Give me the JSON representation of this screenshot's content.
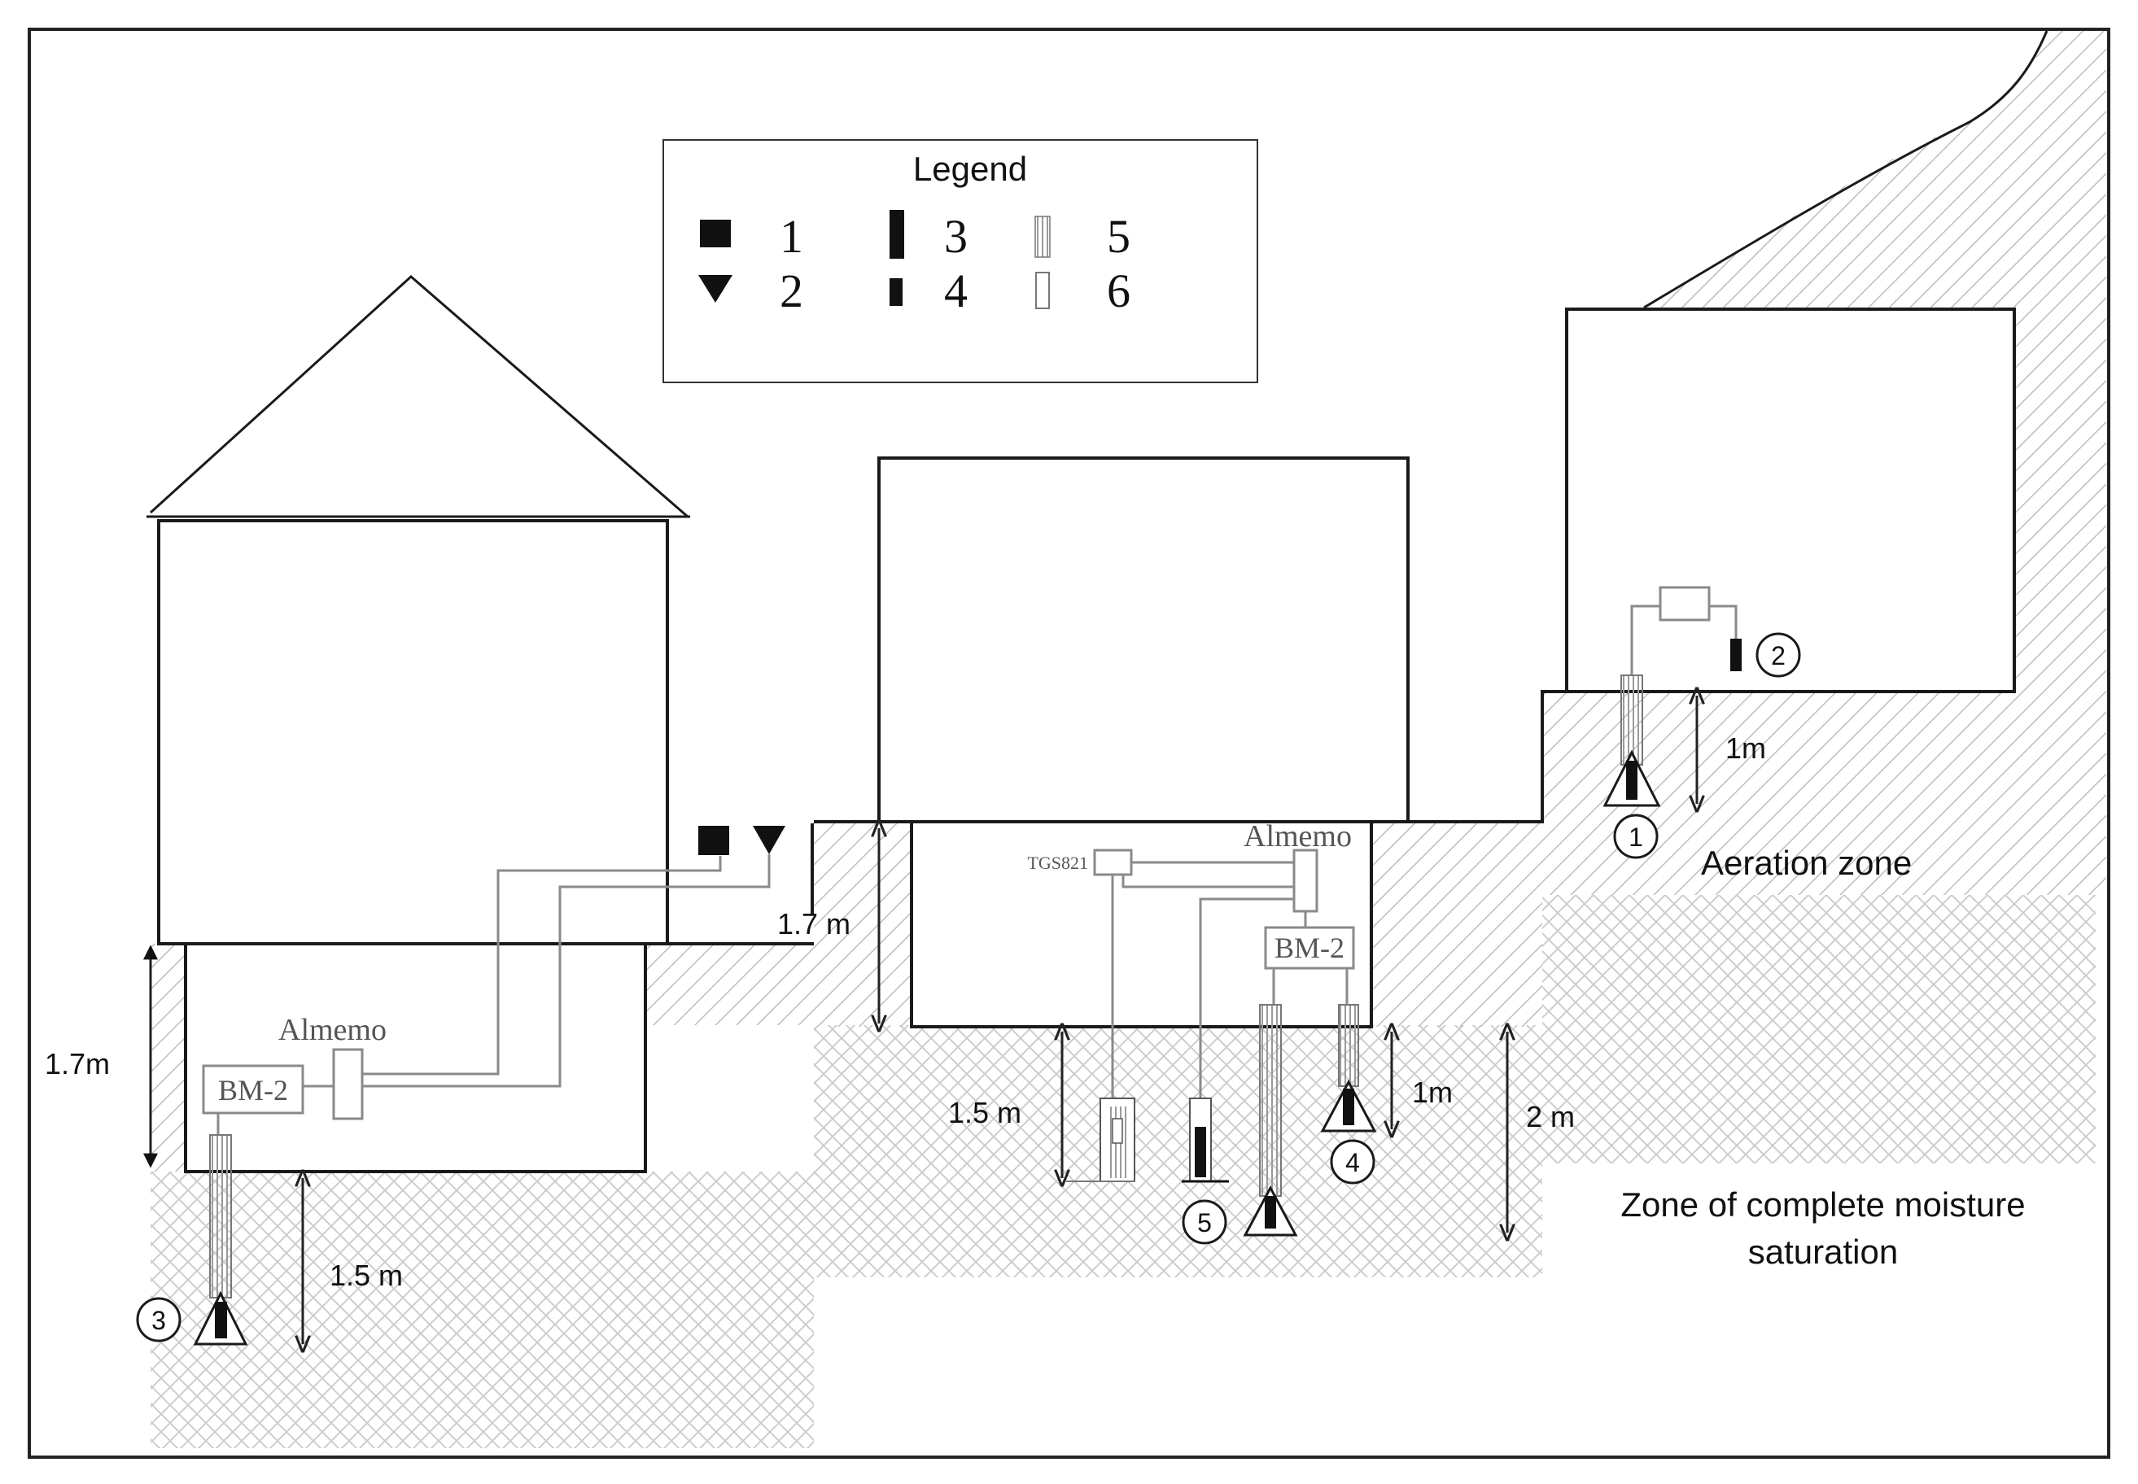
{
  "legend": {
    "title": "Legend",
    "items": [
      {
        "label": "1",
        "icon": "filled-square-icon"
      },
      {
        "label": "2",
        "icon": "filled-triangle-icon"
      },
      {
        "label": "3",
        "icon": "tall-bar-icon"
      },
      {
        "label": "4",
        "icon": "short-bar-icon"
      },
      {
        "label": "5",
        "icon": "hatched-bar-icon"
      },
      {
        "label": "6",
        "icon": "open-bar-icon"
      }
    ]
  },
  "instruments": {
    "almemo": "Almemo",
    "bm2": "BM-2",
    "tgs": "TGS821"
  },
  "dimensions": {
    "left_basement": "1.7m",
    "left_below": "1.5 m",
    "middle_basement": "1.7 m",
    "middle_below": "1.5 m",
    "middle_1m": "1m",
    "middle_2m": "2 m",
    "right_1m": "1m"
  },
  "stations": [
    "1",
    "2",
    "3",
    "4",
    "5"
  ],
  "zones": {
    "aeration": "Aeration zone",
    "saturation_line1": "Zone of complete moisture",
    "saturation_line2": "saturation"
  },
  "colors": {
    "line": "#1a1a1a",
    "hatch": "#bdbdbd",
    "crosshatch": "#c8c8c8",
    "instrument": "#8a8a8a"
  }
}
